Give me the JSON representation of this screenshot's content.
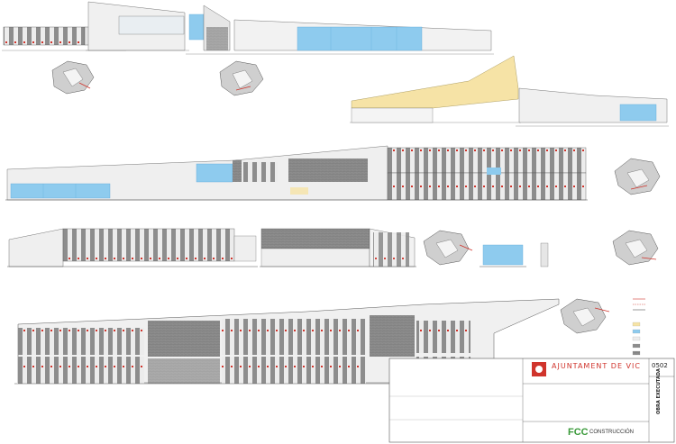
{
  "title_block": {
    "client_name": "AJUNTAMENT DE VIC",
    "drawing_number": "0502",
    "stamp": "OBRA EXECUTADA",
    "contractor_brand": "FCC",
    "contractor_word": "CONSTRUCCIÓN"
  },
  "colors": {
    "glass": "#8ecbee",
    "glass_dark": "#5fa9d8",
    "brick": "#8a8a8a",
    "wall": "#e6e6e6",
    "roof_yellow": "#f6e3a6",
    "line": "#555555",
    "red_mark": "#d0342c",
    "contractor_green": "#3a9a3a"
  }
}
